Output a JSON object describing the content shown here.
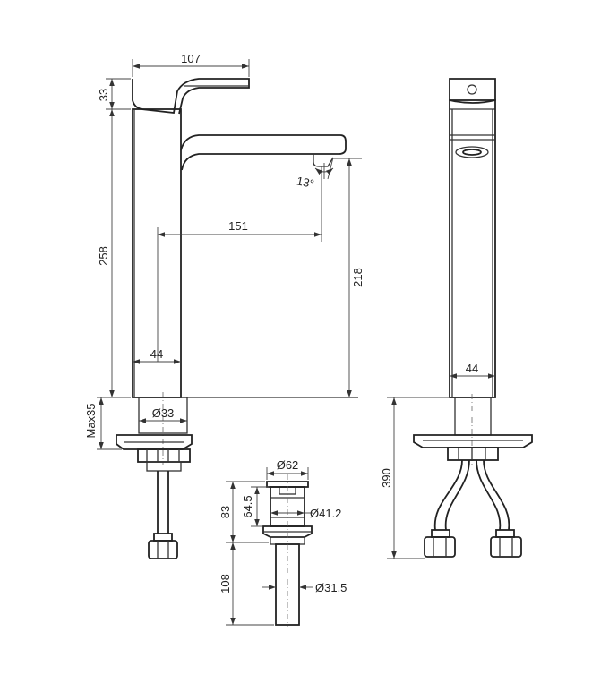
{
  "dimensions": {
    "spout_top_width": "107",
    "handle_height": "33",
    "body_height": "258",
    "spout_reach": "151",
    "spout_height": "218",
    "spout_angle": "13°",
    "body_width_side": "44",
    "body_width_front": "44",
    "shank_diameter": "Ø33",
    "max_deck_thickness": "Max35",
    "waste_top_diameter": "Ø62",
    "waste_body_height": "83",
    "waste_inner_height": "64.5",
    "waste_mid_diameter": "Ø41.2",
    "waste_tail_length": "108",
    "waste_tail_diameter": "Ø31.5",
    "overall_hose_height": "390"
  }
}
